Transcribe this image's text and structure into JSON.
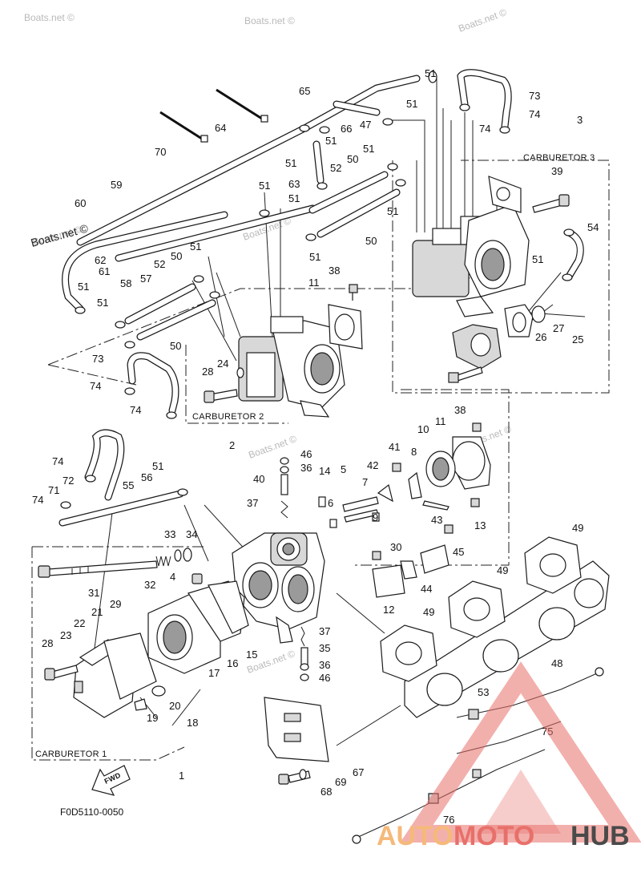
{
  "watermarks": [
    "Boats.net ©",
    "Boats.net ©",
    "Boats.net ©",
    "Boats.net ©",
    "Boats.net ©",
    "Boats.net ©",
    "Boats.net ©",
    "Boats.net ©"
  ],
  "group_labels": {
    "carburetor1": "CARBURETOR 1",
    "carburetor2": "CARBURETOR 2",
    "carburetor3": "CARBURETOR 3"
  },
  "fwd": "FWD",
  "diagram_code": "F0D5110-0050",
  "logo": {
    "part1": "AUTO",
    "part2": "MOTO",
    "part3": "HUB"
  },
  "callouts": [
    "51",
    "73",
    "65",
    "74",
    "3",
    "51",
    "66",
    "47",
    "74",
    "64",
    "51",
    "70",
    "51",
    "63",
    "52",
    "50",
    "39",
    "59",
    "51",
    "51",
    "51",
    "51",
    "54",
    "60",
    "50",
    "61",
    "62",
    "58",
    "57",
    "52",
    "50",
    "51",
    "51",
    "11",
    "38",
    "26",
    "27",
    "25",
    "51",
    "51",
    "50",
    "51",
    "73",
    "24",
    "28",
    "74",
    "74",
    "2",
    "38",
    "11",
    "10",
    "46",
    "36",
    "40",
    "41",
    "8",
    "5",
    "42",
    "14",
    "7",
    "6",
    "9",
    "74",
    "56",
    "51",
    "55",
    "72",
    "71",
    "74",
    "37",
    "43",
    "13",
    "33",
    "34",
    "30",
    "45",
    "49",
    "31",
    "32",
    "4",
    "12",
    "44",
    "49",
    "29",
    "21",
    "22",
    "23",
    "28",
    "15",
    "16",
    "17",
    "37",
    "35",
    "36",
    "46",
    "48",
    "49",
    "19",
    "20",
    "18",
    "53",
    "75",
    "1",
    "67",
    "69",
    "68",
    "76"
  ]
}
